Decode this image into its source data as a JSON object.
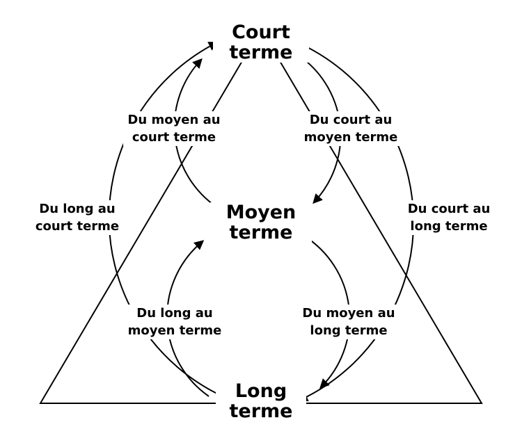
{
  "nodes": {
    "court": {
      "line1": "Court",
      "line2": "terme"
    },
    "moyen": {
      "line1": "Moyen",
      "line2": "terme"
    },
    "long": {
      "line1": "Long",
      "line2": "terme"
    }
  },
  "edges": {
    "moyen_court": {
      "line1": "Du moyen au",
      "line2": "court terme"
    },
    "court_moyen": {
      "line1": "Du court au",
      "line2": "moyen terme"
    },
    "long_court": {
      "line1": "Du long au",
      "line2": "court terme"
    },
    "court_long": {
      "line1": "Du court au",
      "line2": "long terme"
    },
    "long_moyen": {
      "line1": "Du long au",
      "line2": "moyen terme"
    },
    "moyen_long": {
      "line1": "Du moyen au",
      "line2": "long terme"
    }
  }
}
